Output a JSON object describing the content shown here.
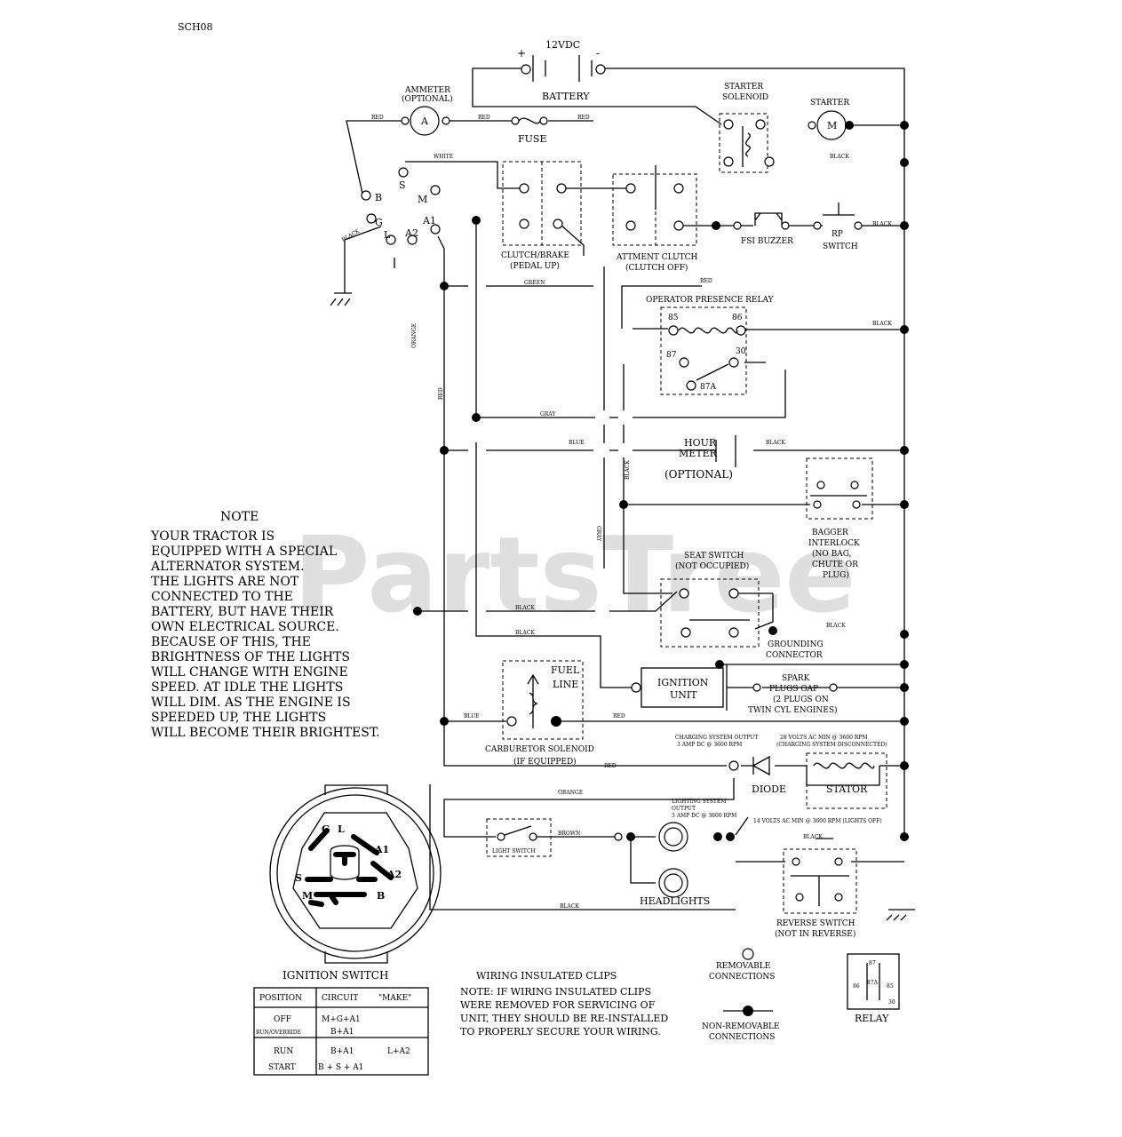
{
  "doc_code": "SCH08",
  "watermark": "PartsTree",
  "battery": {
    "voltage": "12VDC",
    "plus": "+",
    "minus": "-",
    "label": "BATTERY"
  },
  "ammeter": {
    "label": "AMMETER",
    "sub": "(OPTIONAL)",
    "symbol": "A"
  },
  "fuse": "FUSE",
  "starter_solenoid": {
    "l1": "STARTER",
    "l2": "SOLENOID"
  },
  "starter": {
    "label": "STARTER",
    "symbol": "M"
  },
  "ign_terminals": {
    "b": "B",
    "s": "S",
    "m": "M",
    "g": "G",
    "l": "L",
    "a1": "A1",
    "a2": "A2"
  },
  "clutch_brake": {
    "l1": "CLUTCH/BRAKE",
    "l2": "(PEDAL UP)"
  },
  "attach_clutch": {
    "l1": "ATTMENT CLUTCH",
    "l2": "(CLUTCH OFF)"
  },
  "fsi_buzzer": "FSI BUZZER",
  "rp_switch": {
    "l1": "RP",
    "l2": "SWITCH"
  },
  "opr_relay": {
    "label": "OPERATOR PRESENCE RELAY",
    "t85": "85",
    "t86": "86",
    "t87": "87",
    "t30": "30",
    "t87a": "87A"
  },
  "hour_meter": {
    "l1": "HOUR",
    "l2": "METER",
    "l3": "(OPTIONAL)"
  },
  "bagger_interlock": {
    "l1": "BAGGER",
    "l2": "INTERLOCK",
    "l3": "(NO BAG,",
    "l4": "CHUTE OR",
    "l5": "PLUG)"
  },
  "seat_switch": {
    "l1": "SEAT SWITCH",
    "l2": "(NOT OCCUPIED)"
  },
  "grounding": {
    "l1": "GROUNDING",
    "l2": "CONNECTOR"
  },
  "ignition_unit": {
    "l1": "IGNITION",
    "l2": "UNIT"
  },
  "spark_plugs": {
    "l1": "SPARK",
    "l2": "PLUGS GAP",
    "l3": "(2 PLUGS ON",
    "l4": "TWIN CYL ENGINES)"
  },
  "fuel_line": {
    "l1": "FUEL",
    "l2": "LINE"
  },
  "carb_solenoid": {
    "l1": "CARBURETOR SOLENOID",
    "l2": "(IF EQUIPPED)"
  },
  "charging_output": {
    "l1": "CHARGING SYSTEM OUTPUT",
    "l2": "3 AMP DC @ 3600 RPM"
  },
  "stator_voltage": {
    "l1": "28 VOLTS AC MIN @ 3600 RPM",
    "l2": "(CHARGING SYSTEM DISCONNECTED)"
  },
  "diode": "DIODE",
  "stator": "STATOR",
  "lighting_output": {
    "l1": "LIGHTING SYSTEM",
    "l2": "OUTPUT",
    "l3": "3 AMP DC @ 3600 RPM"
  },
  "lights_voltage": "14 VOLTS AC MIN @ 3600 RPM (LIGHTS OFF)",
  "light_switch": "LIGHT SWITCH",
  "headlights": "HEADLIGHTS",
  "reverse_switch": {
    "l1": "REVERSE SWITCH",
    "l2": "(NOT IN REVERSE)"
  },
  "wires": {
    "red": "RED",
    "white": "WHITE",
    "black": "BLACK",
    "green": "GREEN",
    "orange": "ORANGE",
    "gray": "GRAY",
    "blue": "BLUE",
    "brown": "BROWN"
  },
  "note": {
    "title": "NOTE",
    "lines": [
      "YOUR TRACTOR IS",
      "EQUIPPED WITH A SPECIAL",
      "ALTERNATOR SYSTEM.",
      "THE LIGHTS ARE NOT",
      "CONNECTED TO THE",
      "BATTERY, BUT HAVE THEIR",
      "OWN ELECTRICAL SOURCE.",
      "BECAUSE OF THIS, THE",
      "BRIGHTNESS OF THE LIGHTS",
      "WILL CHANGE WITH ENGINE",
      "SPEED.  AT IDLE THE LIGHTS",
      "WILL DIM.  AS THE ENGINE IS",
      "SPEEDED UP, THE LIGHTS",
      "WILL BECOME THEIR BRIGHTEST."
    ]
  },
  "ignition_switch": {
    "title": "IGNITION SWITCH",
    "face_labels": {
      "g": "G",
      "l": "L",
      "a1": "A1",
      "a2": "A2",
      "s": "S",
      "m": "M",
      "b": "B"
    },
    "headers": [
      "POSITION",
      "CIRCUIT",
      "\"MAKE\""
    ],
    "rows": [
      [
        "OFF",
        "M+G+A1",
        ""
      ],
      [
        "RUN/OVERRIDE",
        "B+A1",
        ""
      ],
      [
        "RUN",
        "B+A1",
        "L+A2"
      ],
      [
        "START",
        "B + S + A1",
        ""
      ]
    ]
  },
  "clips_note": {
    "title": "WIRING INSULATED CLIPS",
    "lines": [
      "NOTE: IF WIRING INSULATED CLIPS",
      "WERE REMOVED FOR SERVICING OF",
      "UNIT, THEY SHOULD BE RE-INSTALLED",
      "TO PROPERLY SECURE YOUR WIRING."
    ]
  },
  "legend": {
    "removable": {
      "l1": "REMOVABLE",
      "l2": "CONNECTIONS"
    },
    "nonremovable": {
      "l1": "NON-REMOVABLE",
      "l2": "CONNECTIONS"
    }
  },
  "relay_legend": {
    "label": "RELAY",
    "t87": "87",
    "t87a": "87A",
    "t86": "86",
    "t85": "85",
    "t30": "30"
  }
}
